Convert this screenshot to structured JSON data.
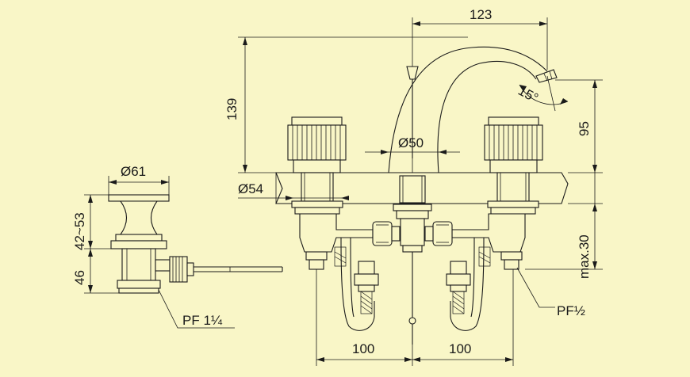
{
  "background_color": "#f9f6c7",
  "line_color": "#1a1a1a",
  "dimensions": {
    "top_width": "123",
    "height_total": "139",
    "spout_angle": "15°",
    "spout_height": "95",
    "body_diameter": "Ø50",
    "deck_diameter": "Ø54",
    "max_below": "max.30",
    "spacing_left": "100",
    "spacing_right": "100",
    "drain_diameter": "Ø61",
    "drain_range": "42~53",
    "drain_height": "46"
  },
  "callouts": {
    "drain_thread": "PF 1¼",
    "supply_thread": "PF½"
  }
}
